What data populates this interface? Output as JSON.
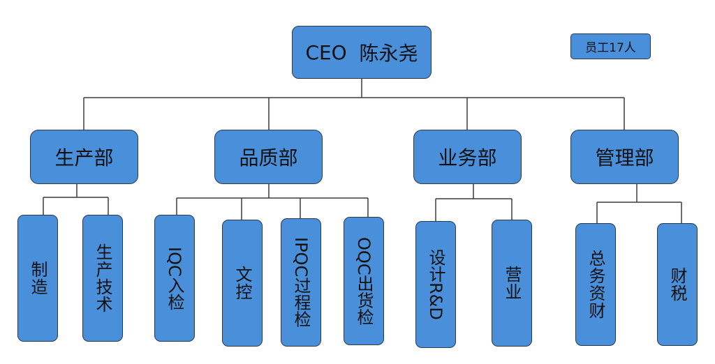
{
  "ceo": {
    "title": "CEO",
    "name": "陈永尧"
  },
  "staff_count": "员工17人",
  "departments": [
    {
      "name": "生产部",
      "units": [
        "制造",
        "生产技术"
      ]
    },
    {
      "name": "品质部",
      "units": [
        "IQC入检",
        "文控",
        "IPQC过程检",
        "OQC出货检"
      ]
    },
    {
      "name": "业务部",
      "units": [
        "设计R&D",
        "营业"
      ]
    },
    {
      "name": "管理部",
      "units": [
        "总务资财",
        "财税"
      ]
    }
  ],
  "colors": {
    "box_fill": "#4a8fd9",
    "box_border": "#2a3a4c",
    "line": "#3a3a3a"
  }
}
